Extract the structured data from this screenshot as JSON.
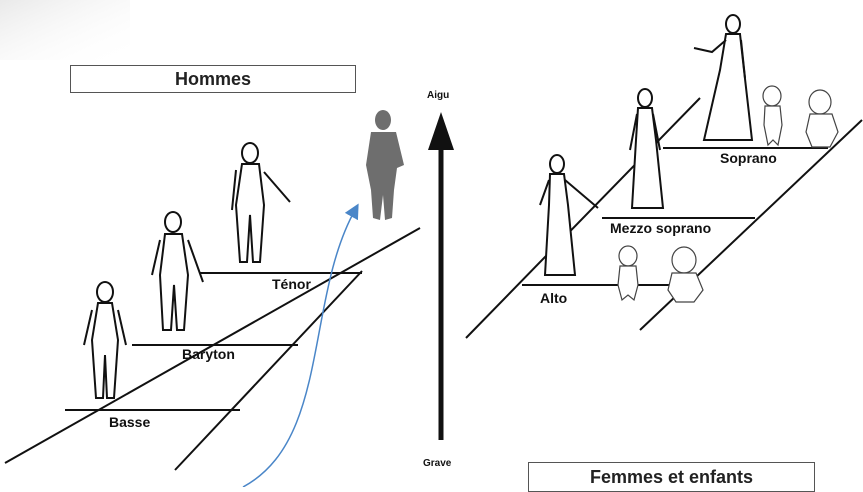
{
  "titles": {
    "men": "Hommes",
    "women_children": "Femmes et enfants"
  },
  "axis": {
    "high": "Aigu",
    "low": "Grave"
  },
  "voices": {
    "men": [
      "Basse",
      "Baryton",
      "Ténor"
    ],
    "women": [
      "Alto",
      "Mezzo soprano",
      "Soprano"
    ]
  },
  "colors": {
    "line": "#111111",
    "arrow": "#4a86c8",
    "silhouette": "#6e6e6e",
    "figure_fill": "#ffffff"
  }
}
